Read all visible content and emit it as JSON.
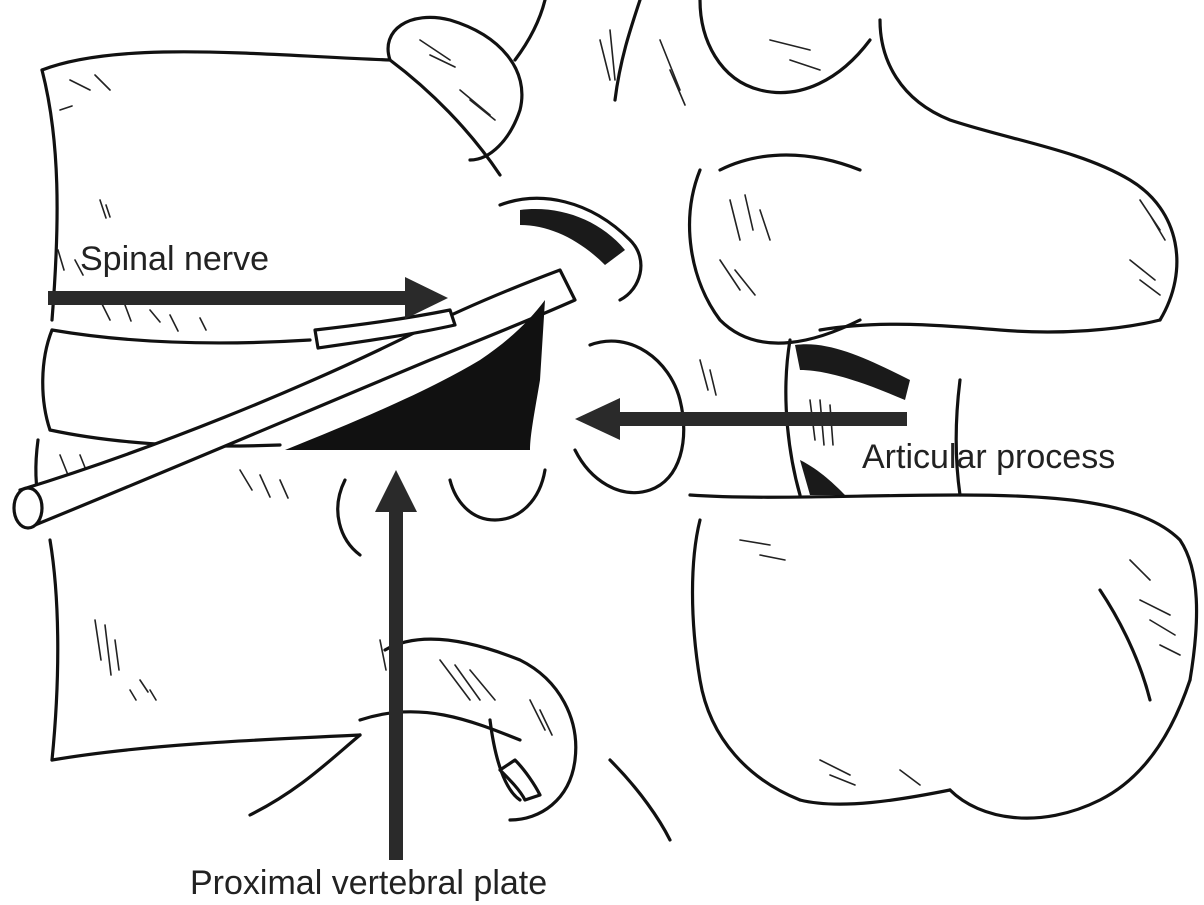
{
  "labels": {
    "spinal_nerve": "Spinal nerve",
    "articular_process": "Articular process",
    "proximal_vertebral_plate": "Proximal vertebral plate"
  },
  "colors": {
    "ink": "#111111",
    "arrow": "#2a2a2a",
    "background": "#ffffff"
  }
}
